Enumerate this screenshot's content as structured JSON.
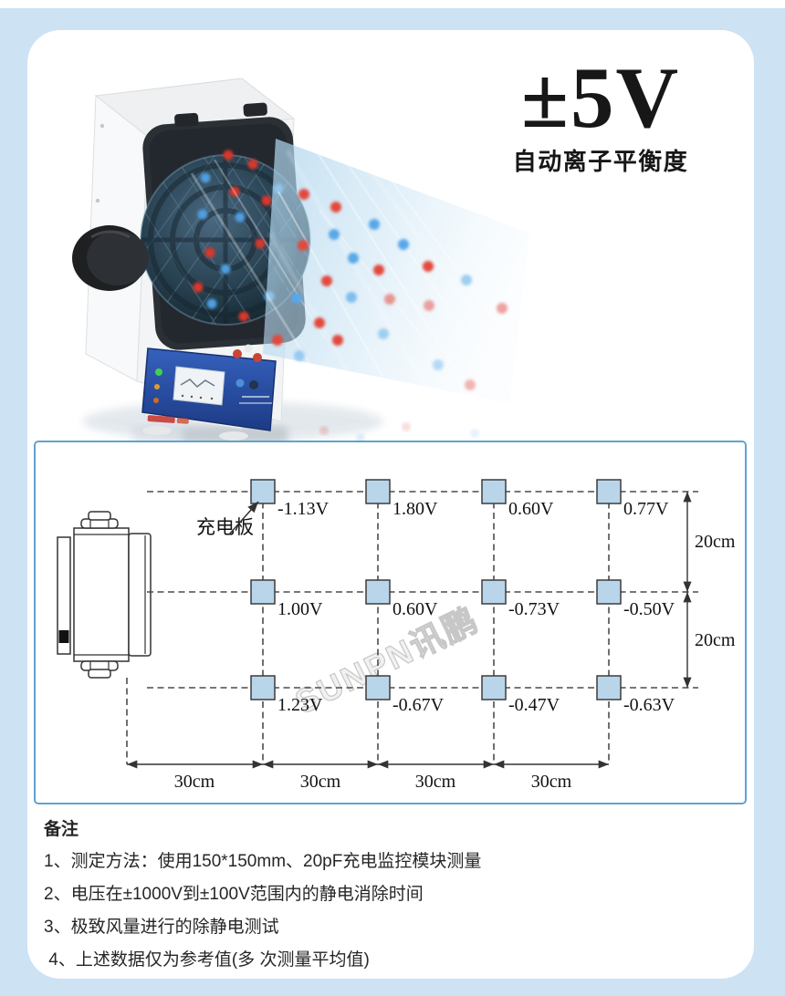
{
  "page": {
    "background_color": "#cde2f3",
    "card_background": "#ffffff"
  },
  "hero": {
    "headline": "±5V",
    "subheadline": "自动离子平衡度",
    "text_color": "#171717"
  },
  "product": {
    "description": "ionizing-air-blower-photo",
    "ion_positive_color": "#e2483d",
    "ion_negative_color": "#58a7e8",
    "airflow_color": "#aed5ec",
    "panel_color": "#2c52ab"
  },
  "diagram": {
    "border_color": "#5fa3d0",
    "square_fill": "#b9d5ea",
    "square_border": "#3c3c3c",
    "charge_plate_label": "充电板",
    "watermark": "SUNPN讯鹏",
    "grid": {
      "rows": [
        [
          "-1.13V",
          "1.80V",
          "0.60V",
          "0.77V"
        ],
        [
          "1.00V",
          "0.60V",
          "-0.73V",
          "-0.50V"
        ],
        [
          "1.23V",
          "-0.67V",
          "-0.47V",
          "-0.63V"
        ]
      ]
    },
    "column_spacings": [
      "30cm",
      "30cm",
      "30cm",
      "30cm"
    ],
    "row_spacings": [
      "20cm",
      "20cm"
    ]
  },
  "notes": {
    "title": "备注",
    "items": [
      "1、测定方法：使用150*150mm、20pF充电监控模块测量",
      "2、电压在±1000V到±100V范围内的静电消除时间",
      "3、极致风量进行的除静电测试",
      " 4、上述数据仅为参考值(多 次测量平均值)"
    ]
  }
}
